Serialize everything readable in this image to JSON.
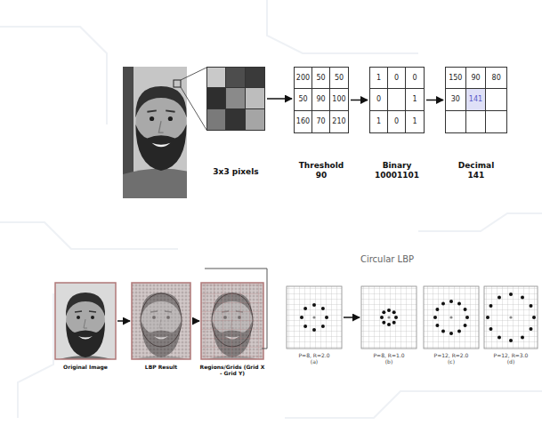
{
  "diagram": {
    "nodes": [
      {
        "text": [
          "3x3 pixels"
        ]
      },
      {
        "text": [
          "200",
          "50",
          "50",
          "50",
          "90",
          "100",
          "160",
          "70",
          "210",
          "Threshold 90"
        ]
      },
      {
        "text": [
          "1",
          "0",
          "0",
          "0",
          "1",
          "1",
          "0",
          "1",
          "Binary 10001101"
        ]
      },
      {
        "text": [
          "150",
          "90",
          "80",
          "30",
          "141",
          "Decimal 141"
        ]
      },
      {
        "text": [
          "Original Image"
        ]
      },
      {
        "text": [
          "LBP Result"
        ]
      },
      {
        "text": [
          "Regions/Grids (Grid X - Grid Y)"
        ]
      },
      {
        "text": [
          "P=8, R=2.0",
          "(a)"
        ]
      },
      {
        "text": [
          "P=8, R=1.0",
          "(b)"
        ]
      },
      {
        "text": [
          "P=12, R=2.0",
          "(c)"
        ]
      },
      {
        "text": [
          "P=12, R=3.0",
          "(d)"
        ]
      }
    ],
    "edges": [
      {
        "from": 0,
        "to": 1,
        "arrow": "to"
      },
      {
        "from": 1,
        "to": 2,
        "arrow": "to"
      },
      {
        "from": 2,
        "to": 3,
        "arrow": "to"
      },
      {
        "from": 4,
        "to": 5,
        "arrow": "to"
      },
      {
        "from": 5,
        "to": 6,
        "arrow": "to"
      },
      {
        "from": 7,
        "to": 8,
        "arrow": "to"
      }
    ],
    "labels": [
      "Circular LBP"
    ]
  }
}
